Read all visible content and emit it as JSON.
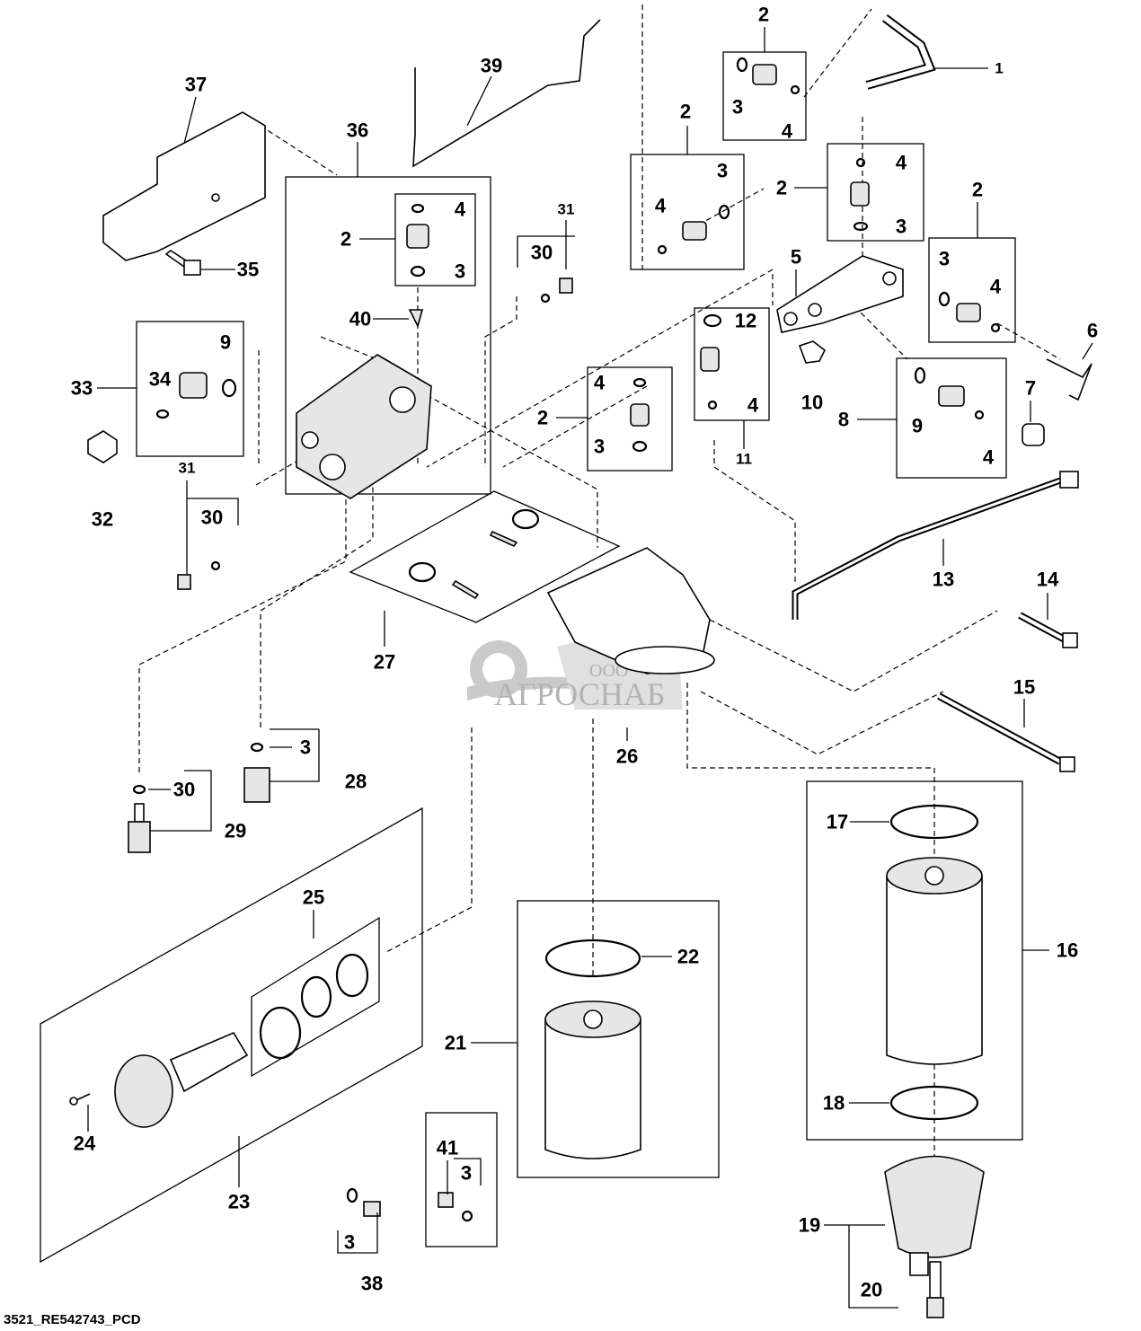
{
  "diagram_id": "3521_RE542743_PCD",
  "watermark": {
    "small": "ООО",
    "large": "АГРОСНАБ"
  },
  "callouts": [
    "2",
    "3",
    "4",
    "1",
    "39",
    "37",
    "36",
    "2",
    "3",
    "4",
    "2",
    "4",
    "3",
    "2",
    "4",
    "2",
    "3",
    "35",
    "31",
    "30",
    "40",
    "5",
    "3",
    "4",
    "6",
    "12",
    "9",
    "33",
    "34",
    "4",
    "2",
    "3",
    "4",
    "11",
    "10",
    "8",
    "9",
    "7",
    "4",
    "31",
    "30",
    "32",
    "13",
    "14",
    "27",
    "26",
    "15",
    "3",
    "28",
    "30",
    "29",
    "17",
    "25",
    "22",
    "16",
    "21",
    "18",
    "24",
    "41",
    "3",
    "23",
    "19",
    "3",
    "38",
    "20"
  ]
}
